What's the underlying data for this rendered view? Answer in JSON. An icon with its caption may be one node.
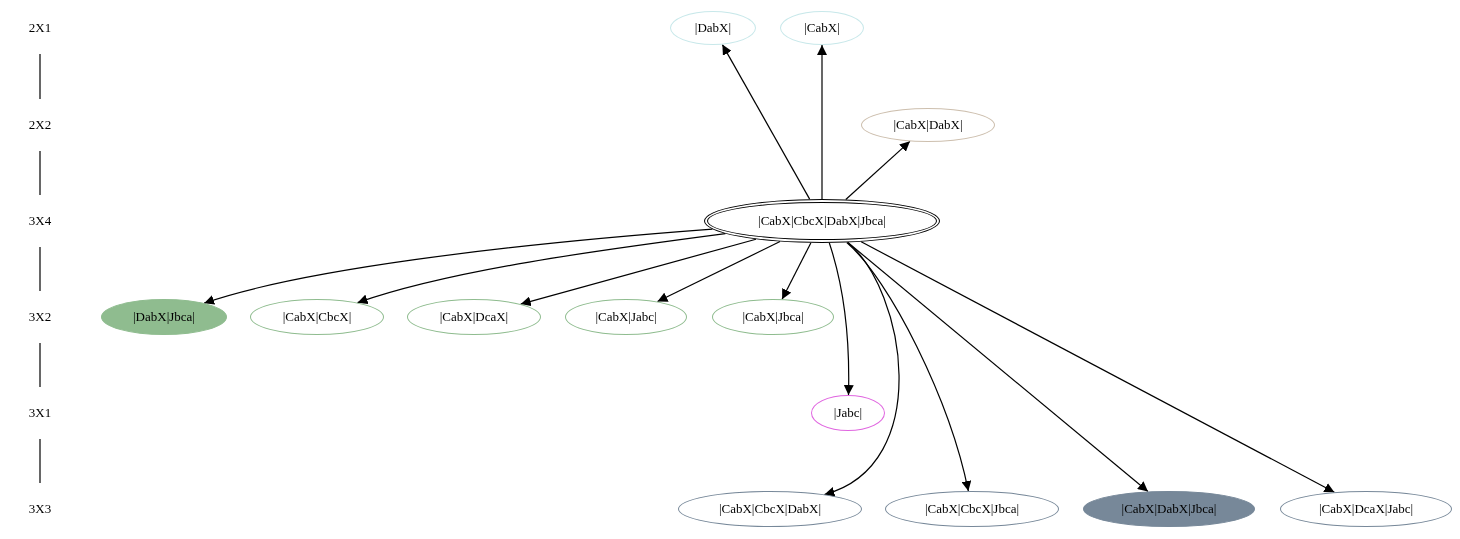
{
  "diagram": {
    "nodes": [
      {
        "text": [
          "2X1"
        ]
      },
      {
        "text": [
          "2X2"
        ]
      },
      {
        "text": [
          "3X4"
        ]
      },
      {
        "text": [
          "3X2"
        ]
      },
      {
        "text": [
          "3X1"
        ]
      },
      {
        "text": [
          "3X3"
        ]
      },
      {
        "text": [
          "|DabX|"
        ]
      },
      {
        "text": [
          "|CabX|"
        ]
      },
      {
        "text": [
          "|CabX|DabX|"
        ]
      },
      {
        "text": [
          "|CabX|CbcX|DabX|Jbca|"
        ]
      },
      {
        "text": [
          "|DabX|Jbca|"
        ]
      },
      {
        "text": [
          "|CabX|CbcX|"
        ]
      },
      {
        "text": [
          "|CabX|DcaX|"
        ]
      },
      {
        "text": [
          "|CabX|Jabc|"
        ]
      },
      {
        "text": [
          "|CabX|Jbca|"
        ]
      },
      {
        "text": [
          "|Jabc|"
        ]
      },
      {
        "text": [
          "|CabX|CbcX|DabX|"
        ]
      },
      {
        "text": [
          "|CabX|CbcX|Jbca|"
        ]
      },
      {
        "text": [
          "|CabX|DabX|Jbca|"
        ]
      },
      {
        "text": [
          "|CabX|DcaX|Jabc|"
        ]
      }
    ],
    "edges": [
      {
        "from": 0,
        "to": 1,
        "arrow": "none"
      },
      {
        "from": 1,
        "to": 2,
        "arrow": "none"
      },
      {
        "from": 2,
        "to": 3,
        "arrow": "none"
      },
      {
        "from": 3,
        "to": 4,
        "arrow": "none"
      },
      {
        "from": 4,
        "to": 5,
        "arrow": "none"
      },
      {
        "from": 9,
        "to": 6,
        "arrow": "to"
      },
      {
        "from": 9,
        "to": 7,
        "arrow": "to"
      },
      {
        "from": 9,
        "to": 8,
        "arrow": "to"
      },
      {
        "from": 9,
        "to": 10,
        "arrow": "to"
      },
      {
        "from": 9,
        "to": 11,
        "arrow": "to"
      },
      {
        "from": 9,
        "to": 12,
        "arrow": "to"
      },
      {
        "from": 9,
        "to": 13,
        "arrow": "to"
      },
      {
        "from": 9,
        "to": 14,
        "arrow": "to"
      },
      {
        "from": 9,
        "to": 15,
        "arrow": "to"
      },
      {
        "from": 9,
        "to": 16,
        "arrow": "to"
      },
      {
        "from": 9,
        "to": 17,
        "arrow": "to"
      },
      {
        "from": 9,
        "to": 18,
        "arrow": "to"
      },
      {
        "from": 9,
        "to": 19,
        "arrow": "to"
      }
    ]
  }
}
